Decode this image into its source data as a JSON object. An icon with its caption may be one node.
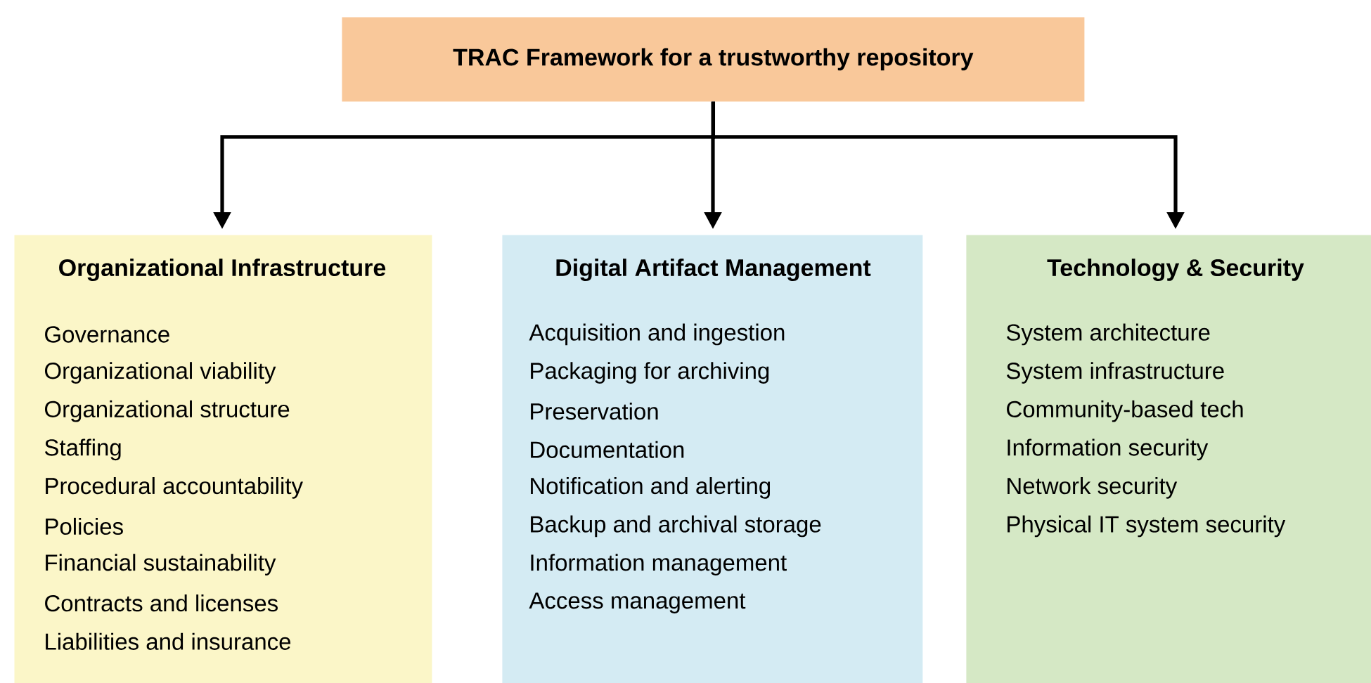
{
  "diagram": {
    "nodes": [
      {
        "text": [
          "TRAC Framework for a trustworthy repository"
        ]
      },
      {
        "text": [
          "Organizational Infrastructure",
          "Governance",
          "Organizational viability",
          "Organizational structure",
          "Staffing",
          "Procedural accountability",
          "Policies",
          "Financial sustainability",
          "Contracts and licenses",
          "Liabilities and insurance"
        ]
      },
      {
        "text": [
          "Digital Artifact Management",
          "Acquisition and ingestion",
          "Packaging for archiving",
          "Preservation",
          "Documentation",
          "Notification and alerting",
          "Backup and archival storage",
          "Information management",
          "Access management"
        ]
      },
      {
        "text": [
          "Technology & Security",
          "System architecture",
          "System infrastructure",
          "Community-based tech",
          "Information security",
          "Network security",
          "Physical IT system security"
        ]
      }
    ],
    "edges": [
      {
        "from": 0,
        "to": 1,
        "arrow": "to"
      },
      {
        "from": 0,
        "to": 2,
        "arrow": "to"
      },
      {
        "from": 0,
        "to": 3,
        "arrow": "to"
      }
    ]
  }
}
